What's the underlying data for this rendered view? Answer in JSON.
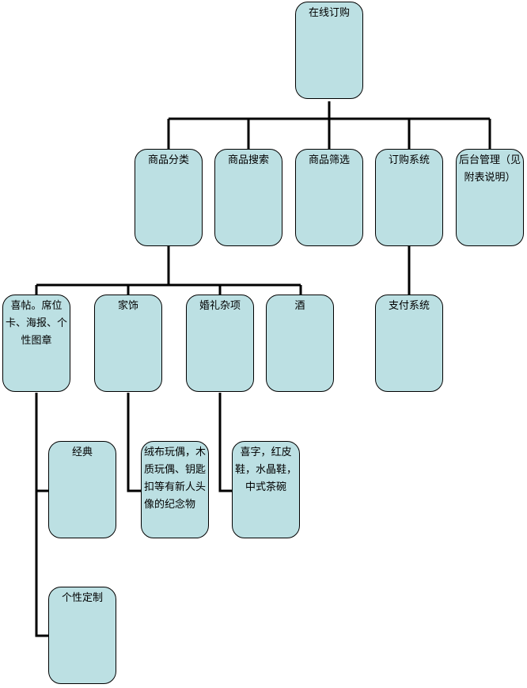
{
  "root": "在线订购",
  "level1": [
    "商品分类",
    "商品搜索",
    "商品筛选",
    "订购系统",
    "后台管理（见附表说明）"
  ],
  "level2": [
    "喜帖。席位卡、海报、个性图章",
    "家饰",
    "婚礼杂项",
    "酒",
    "支付系统"
  ],
  "level3": [
    "经典",
    "个性定制",
    "绒布玩偶，木质玩偶、钥匙扣等有新人头像的纪念物",
    "喜字，红皮鞋，水晶鞋，中式茶碗"
  ],
  "colors": {
    "box_fill": "#bce0e3",
    "line": "#000000"
  }
}
